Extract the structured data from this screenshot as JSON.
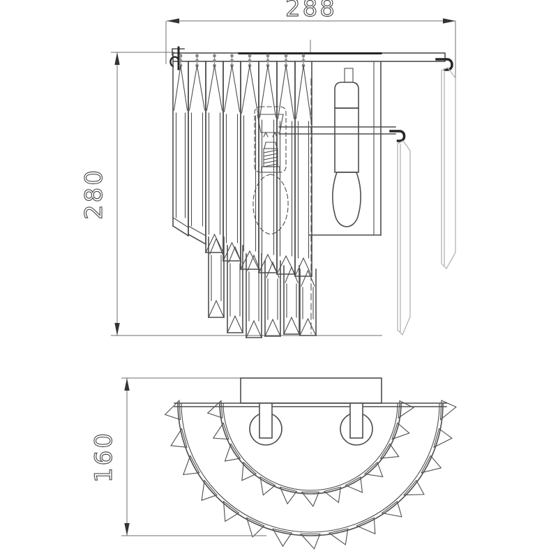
{
  "drawing": {
    "title": "wall-lamp-dimension-drawing",
    "dimensions": {
      "width": "288",
      "height": "280",
      "depth": "160"
    },
    "colors": {
      "background": "#ffffff",
      "line": "#4d4d4d",
      "thick": "#262626",
      "light": "#b3b3b3",
      "pin": "#8a8a8a",
      "dim-line": "#6e6e6e",
      "dim-arrow": "#333333",
      "dim-text": "#4d4d4d"
    }
  }
}
